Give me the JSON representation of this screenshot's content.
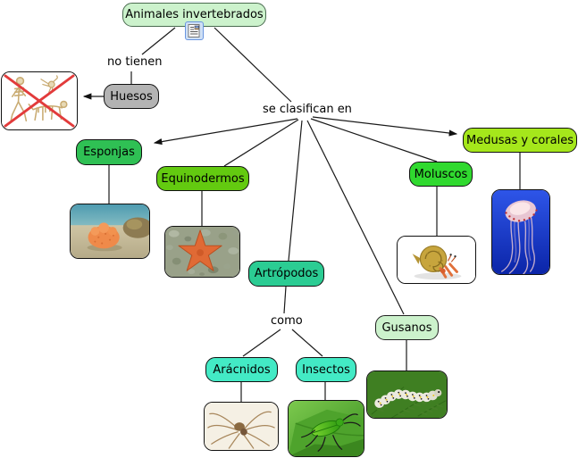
{
  "map": {
    "root_label": "Animales invertebrados",
    "linking_phrases": {
      "no_tienen": "no tienen",
      "se_clasifican_en": "se clasifican en",
      "como": "como"
    },
    "concepts": {
      "huesos": "Huesos",
      "esponjas": "Esponjas",
      "equinodermos": "Equinodermos",
      "artropodos": "Artrópodos",
      "moluscos": "Moluscos",
      "medusas_y_corales": "Medusas y corales",
      "gusanos": "Gusanos",
      "aracnidos": "Arácnidos",
      "insectos": "Insectos"
    },
    "colors": {
      "root_bg": "#ccf2cc",
      "huesos_bg": "#b3b3b3",
      "esponjas_bg": "#2fc054",
      "equinodermos_bg": "#63ca10",
      "artropodos_bg": "#2bcc93",
      "moluscos_bg": "#30d92f",
      "medusas_bg": "#a5e71b",
      "gusanos_bg": "#ccf2cc",
      "aracnidos_bg": "#43eac5",
      "insectos_bg": "#43eac5",
      "line": "#1a1a1a",
      "cross_out": "#e23b3b"
    },
    "icons": {
      "resource": "document-image-resource-icon"
    },
    "images": {
      "skeletons": "crossed-out-skeletons",
      "sponge": "orange-sea-sponge",
      "starfish": "orange-starfish",
      "spider": "brown-spider",
      "insect": "green-beetle-on-leaf",
      "hermit_crab": "hermit-crab",
      "jellyfish": "pink-jellyfish",
      "caterpillar": "white-caterpillar"
    }
  }
}
